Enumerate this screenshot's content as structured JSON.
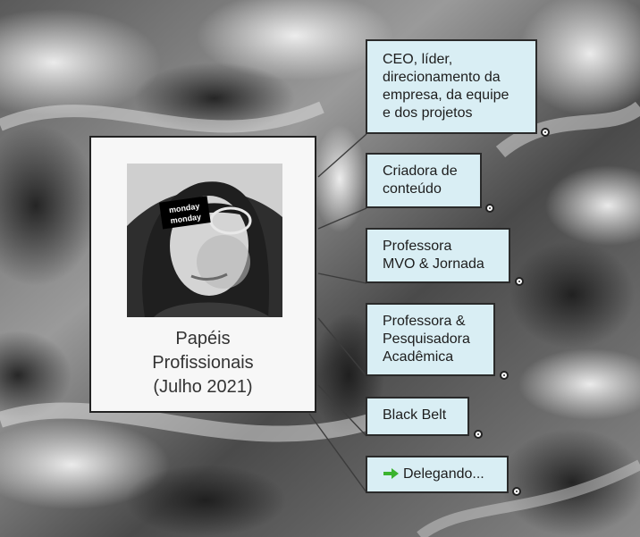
{
  "central_topic": {
    "lines": [
      "Papéis",
      "Profissionais",
      "(Julho 2021)"
    ],
    "photo_sticker_lines": [
      "monday",
      "monday"
    ]
  },
  "nodes": [
    {
      "lines": [
        "CEO, líder,",
        "direcionamento da",
        "empresa, da equipe",
        "e dos projetos"
      ]
    },
    {
      "lines": [
        "Criadora de",
        "conteúdo"
      ]
    },
    {
      "lines": [
        "Professora",
        "MVO & Jornada"
      ]
    },
    {
      "lines": [
        "Professora &",
        "Pesquisadora",
        "Acadêmica"
      ]
    },
    {
      "lines": [
        "Black Belt"
      ]
    },
    {
      "lines": [
        "Delegando..."
      ],
      "icon": "green-arrow-icon"
    }
  ],
  "colors": {
    "node_fill": "#d9eef4",
    "node_border": "#2a2a2a",
    "central_fill": "#f7f7f7",
    "arrow_icon": "#3bb32e"
  }
}
